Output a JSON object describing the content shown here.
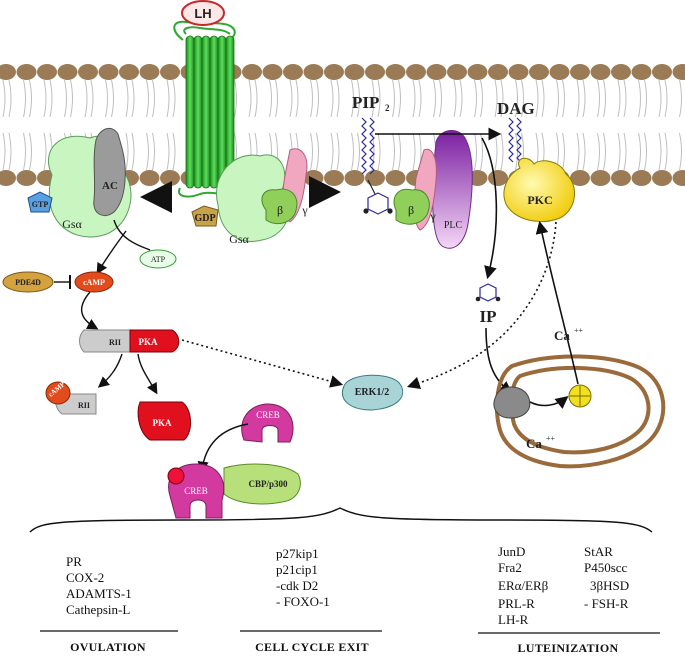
{
  "colors": {
    "membrane_head": "#9a7b55",
    "receptor": "#3ec43e",
    "gs_alpha": "#c8f5c0",
    "ac": "#9b9b9b",
    "gtp": "#5a9fe0",
    "gdp": "#c9a24a",
    "beta": "#8fcf5a",
    "gamma": "#f2a7c1",
    "plc": "#b15bd1",
    "pkc": "#f3e200",
    "pde4d": "#d4a23e",
    "camp": "#e24b1c",
    "pka": "#e0101e",
    "rii": "#cccccc",
    "creb": "#d23aa0",
    "cbp": "#b8e07a",
    "erk": "#a8d4d8",
    "er_membrane": "#9a6a3a",
    "channel": "#f0e020"
  },
  "labels": {
    "lh": "LH",
    "pip2": "PIP",
    "pip2_sub": "2",
    "dag": "DAG",
    "ac": "AC",
    "gtp": "GTP",
    "gs_alpha_left": "Gsα",
    "gdp": "GDP",
    "gs_alpha_center": "Gsα",
    "beta_center": "β",
    "gamma_center": "γ",
    "beta_plc": "β",
    "gamma_plc": "γ",
    "plc": "PLC",
    "pkc": "PKC",
    "atp": "ATP",
    "pde4d": "PDE4D",
    "camp": "cAMP",
    "rii": "RII",
    "pka": "PKA",
    "camp_rii_camp": "cAMP",
    "camp_rii_rii": "RII",
    "pka_free": "PKA",
    "creb": "CREB",
    "creb_bound": "CREB",
    "cbp": "CBP/p300",
    "erk": "ERK1/2",
    "ip": "IP",
    "ca_top": "Ca",
    "ca_top_sup": "++",
    "ca_bottom": "Ca",
    "ca_bottom_sup": "++"
  },
  "targets": {
    "ovulation": {
      "genes": [
        "PR",
        "COX-2",
        "ADAMTS-1",
        "Cathepsin-L"
      ],
      "title": "OVULATION"
    },
    "cell_cycle_exit": {
      "genes": [
        "p27kip1",
        "p21cip1",
        "-cdk D2",
        "- FOXO-1"
      ],
      "title": "CELL CYCLE EXIT"
    },
    "luteinization": {
      "genes_left": [
        "JunD",
        "Fra2",
        "ERα/ERβ",
        "PRL-R",
        "LH-R"
      ],
      "genes_right": [
        "StAR",
        "P450scc",
        "3βHSD",
        "- FSH-R"
      ],
      "title": "LUTEINIZATION"
    }
  }
}
